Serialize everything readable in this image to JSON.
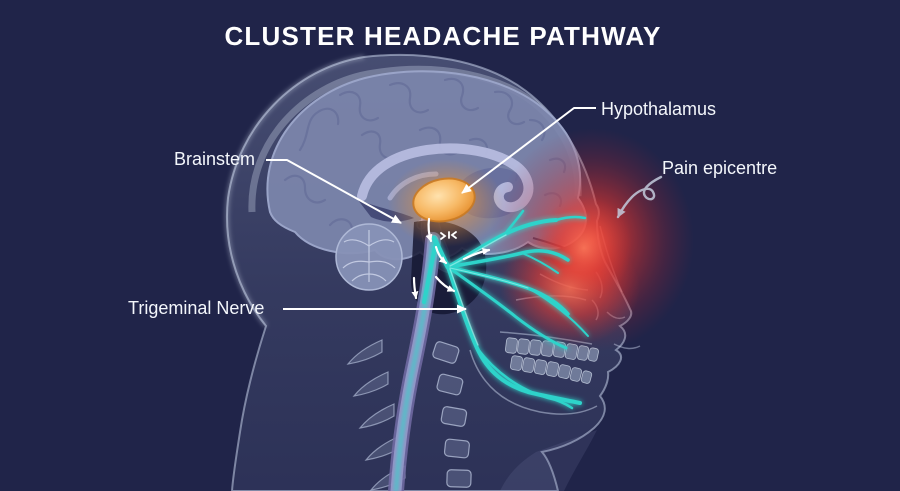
{
  "title": "CLUSTER HEADACHE PATHWAY",
  "labels": {
    "hypothalamus": "Hypothalamus",
    "brainstem": "Brainstem",
    "pain_epicentre": "Pain epicentre",
    "trigeminal_nerve": "Trigeminal Nerve"
  },
  "colors": {
    "background": "#202449",
    "title_text": "#ffffff",
    "label_text": "#f3f6fb",
    "nerve_teal": "#2fd3ca",
    "nerve_highlight": "#a5f4ee",
    "hypothalamus_orange": "#f4a94e",
    "hypothalamus_rim": "#c97a24",
    "pain_red": "#e8352c",
    "annotation_line": "#ffffff",
    "pain_arrow_gray": "#c3cbdc",
    "head_tint": "#8a96bd",
    "spinal_cord": "#9b93c8"
  }
}
